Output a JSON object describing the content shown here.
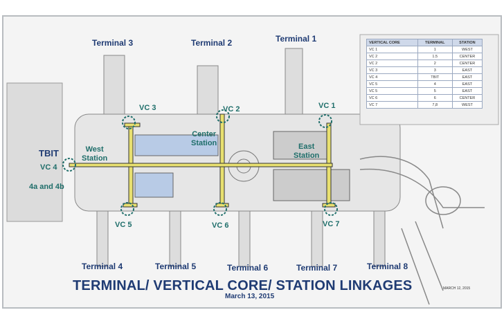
{
  "title": "TERMINAL/ VERTICAL CORE/ STATION LINKAGES",
  "subtitle": "March 13, 2015",
  "stamp": "MARCH 12, 2015",
  "terminals": [
    "Terminal 1",
    "Terminal 2",
    "Terminal 3",
    "Terminal 4",
    "Terminal 5",
    "Terminal 6",
    "Terminal 7",
    "Terminal 8",
    "TBIT"
  ],
  "extra_label": "4a and 4b",
  "vertical_cores": [
    "VC 1",
    "VC 2",
    "VC 3",
    "VC 4",
    "VC 5",
    "VC 6",
    "VC 7"
  ],
  "stations": [
    {
      "line1": "West",
      "line2": "Station"
    },
    {
      "line1": "Center",
      "line2": "Station"
    },
    {
      "line1": "East",
      "line2": "Station"
    }
  ],
  "table": {
    "headers": [
      "VERTICAL CORE",
      "TERMINAL",
      "STATION"
    ],
    "rows": [
      [
        "VC 1",
        "1",
        "WEST"
      ],
      [
        "VC 2",
        "1.5",
        "CENTER"
      ],
      [
        "VC 2",
        "2",
        "CENTER"
      ],
      [
        "VC 3",
        "3",
        "EAST"
      ],
      [
        "VC 4",
        "TBIT",
        "EAST"
      ],
      [
        "VC 5",
        "4",
        "EAST"
      ],
      [
        "VC 5",
        "5",
        "EAST"
      ],
      [
        "VC 6",
        "6",
        "CENTER"
      ],
      [
        "VC 7",
        "7,8",
        "WEST"
      ]
    ]
  },
  "colors": {
    "title": "#1f3b73",
    "teal": "#1f6e6a",
    "walkway": "#e8e070",
    "garage": "#b8cbe6"
  }
}
